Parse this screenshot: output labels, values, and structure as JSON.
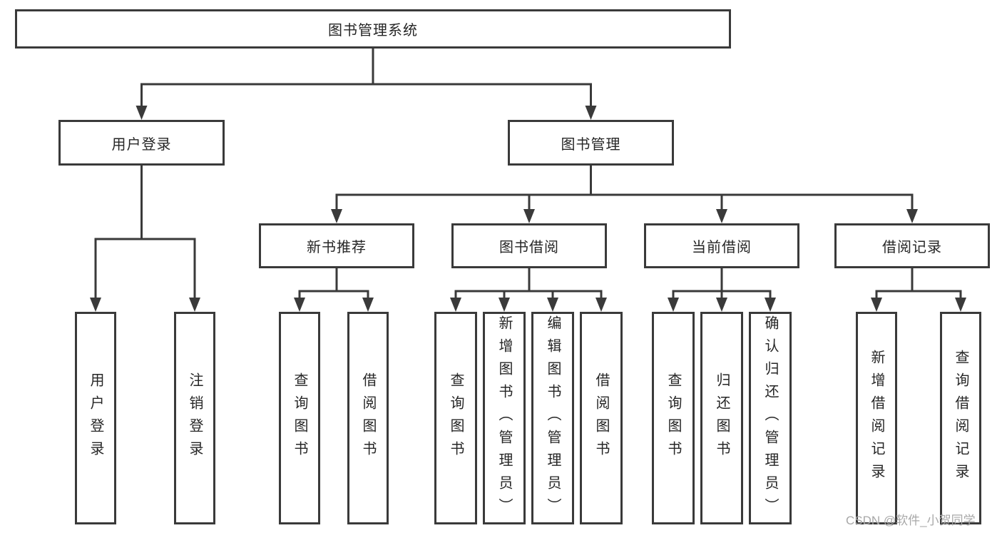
{
  "colors": {
    "line": "#3a3a3a",
    "box_border": "#3a3a3a",
    "box_background": "#ffffff",
    "text": "#262626",
    "watermark": "#a8a8a8",
    "page_background": "#ffffff"
  },
  "watermark": {
    "text": "CSDN @软件_小贺同学"
  },
  "tree": {
    "root": {
      "label": "图书管理系统"
    },
    "level2": [
      {
        "label": "用户登录"
      },
      {
        "label": "图书管理"
      }
    ],
    "level3": [
      {
        "label": "新书推荐"
      },
      {
        "label": "图书借阅"
      },
      {
        "label": "当前借阅"
      },
      {
        "label": "借阅记录"
      }
    ],
    "leaves": [
      {
        "label": "用户登录"
      },
      {
        "label": "注销登录"
      },
      {
        "label": "查询图书"
      },
      {
        "label": "借阅图书"
      },
      {
        "label": "查询图书"
      },
      {
        "label": "新增图书（管理员）"
      },
      {
        "label": "编辑图书（管理员）"
      },
      {
        "label": "借阅图书"
      },
      {
        "label": "查询图书"
      },
      {
        "label": "归还图书"
      },
      {
        "label": "确认归还（管理员）"
      },
      {
        "label": "新增借阅记录"
      },
      {
        "label": "查询借阅记录"
      }
    ]
  }
}
